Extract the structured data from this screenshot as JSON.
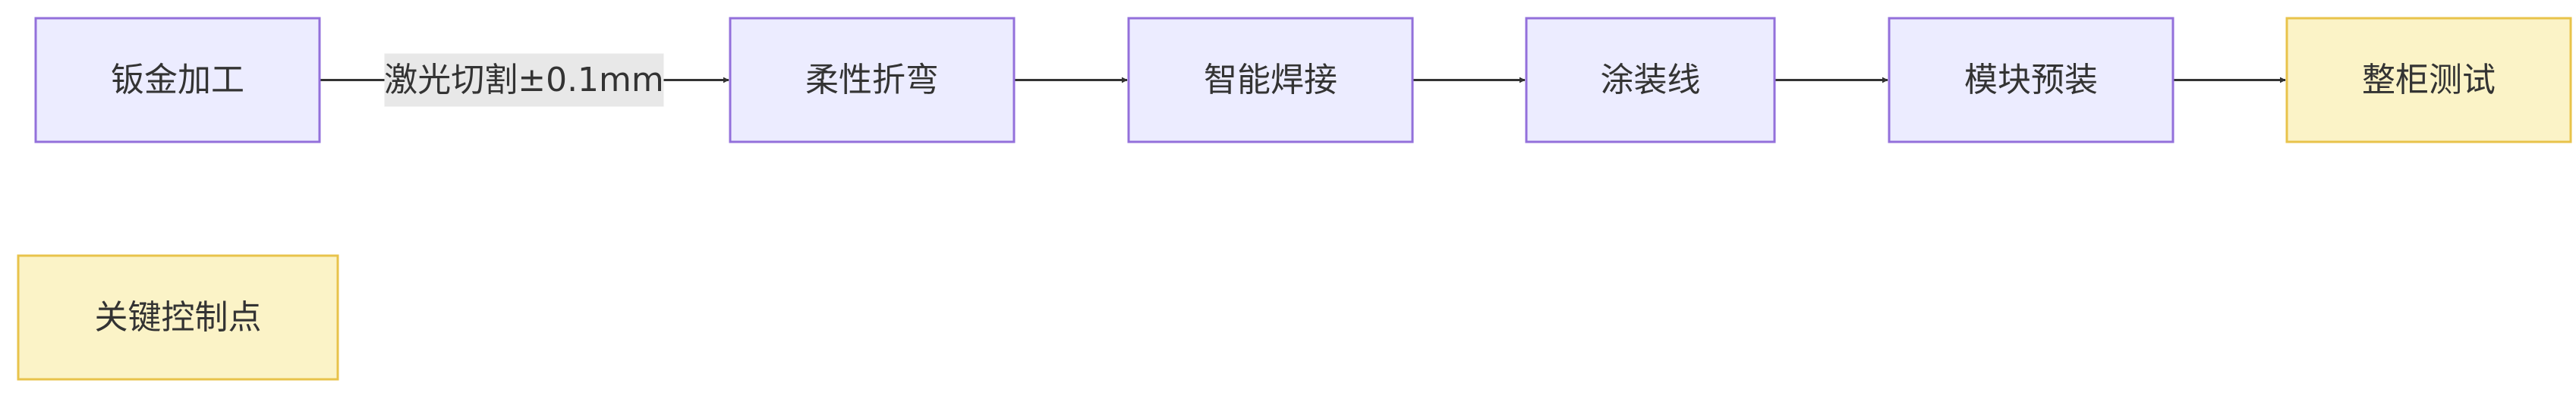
{
  "colors": {
    "process_fill": "#ececff",
    "process_stroke": "#9370db",
    "key_fill": "#fbf3c7",
    "key_stroke": "#e8c34b",
    "edge": "#333333",
    "text": "#333333",
    "edge_label_bg": "#e8e8e8"
  },
  "nodes": [
    {
      "id": "sheet_metal",
      "label": "钣金加工",
      "style": "process"
    },
    {
      "id": "flex_bending",
      "label": "柔性折弯",
      "style": "process"
    },
    {
      "id": "smart_welding",
      "label": "智能焊接",
      "style": "process"
    },
    {
      "id": "coating_line",
      "label": "涂装线",
      "style": "process"
    },
    {
      "id": "module_preassembly",
      "label": "模块预装",
      "style": "process"
    },
    {
      "id": "cabinet_test",
      "label": "整柜测试",
      "style": "key"
    },
    {
      "id": "legend_key",
      "label": "关键控制点",
      "style": "key"
    }
  ],
  "edges": [
    {
      "from": "sheet_metal",
      "to": "flex_bending",
      "label": "激光切割±0.1mm"
    },
    {
      "from": "flex_bending",
      "to": "smart_welding",
      "label": ""
    },
    {
      "from": "smart_welding",
      "to": "coating_line",
      "label": ""
    },
    {
      "from": "coating_line",
      "to": "module_preassembly",
      "label": ""
    },
    {
      "from": "module_preassembly",
      "to": "cabinet_test",
      "label": ""
    }
  ]
}
